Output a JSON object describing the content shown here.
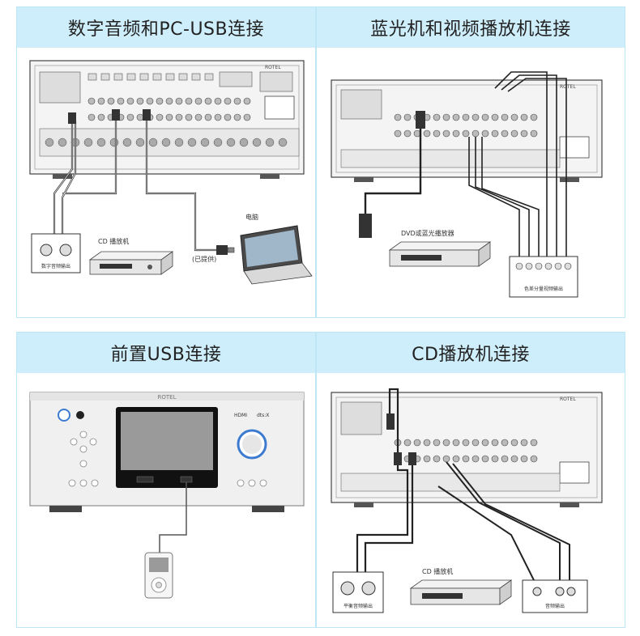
{
  "panels": [
    {
      "title": "数字音频和PC-USB连接",
      "labels": {
        "brand": "ROTEL",
        "device": "CD 播放机",
        "laptop": "电脑",
        "usb": "(已提供)",
        "connector_pad": "数字音频输出"
      }
    },
    {
      "title": "蓝光机和视频播放机连接",
      "labels": {
        "brand": "ROTEL",
        "device": "DVD或蓝光播放器",
        "connector_pad": "色差分量视频输出"
      }
    },
    {
      "title": "前置USB连接",
      "labels": {
        "brand": "ROTEL",
        "hdmi": "HDMI",
        "dts": "dts:X"
      }
    },
    {
      "title": "CD播放机连接",
      "labels": {
        "brand": "ROTEL",
        "device": "CD 播放机",
        "left_pad": "平衡音频输出",
        "right_pad": "音频输出"
      }
    }
  ]
}
